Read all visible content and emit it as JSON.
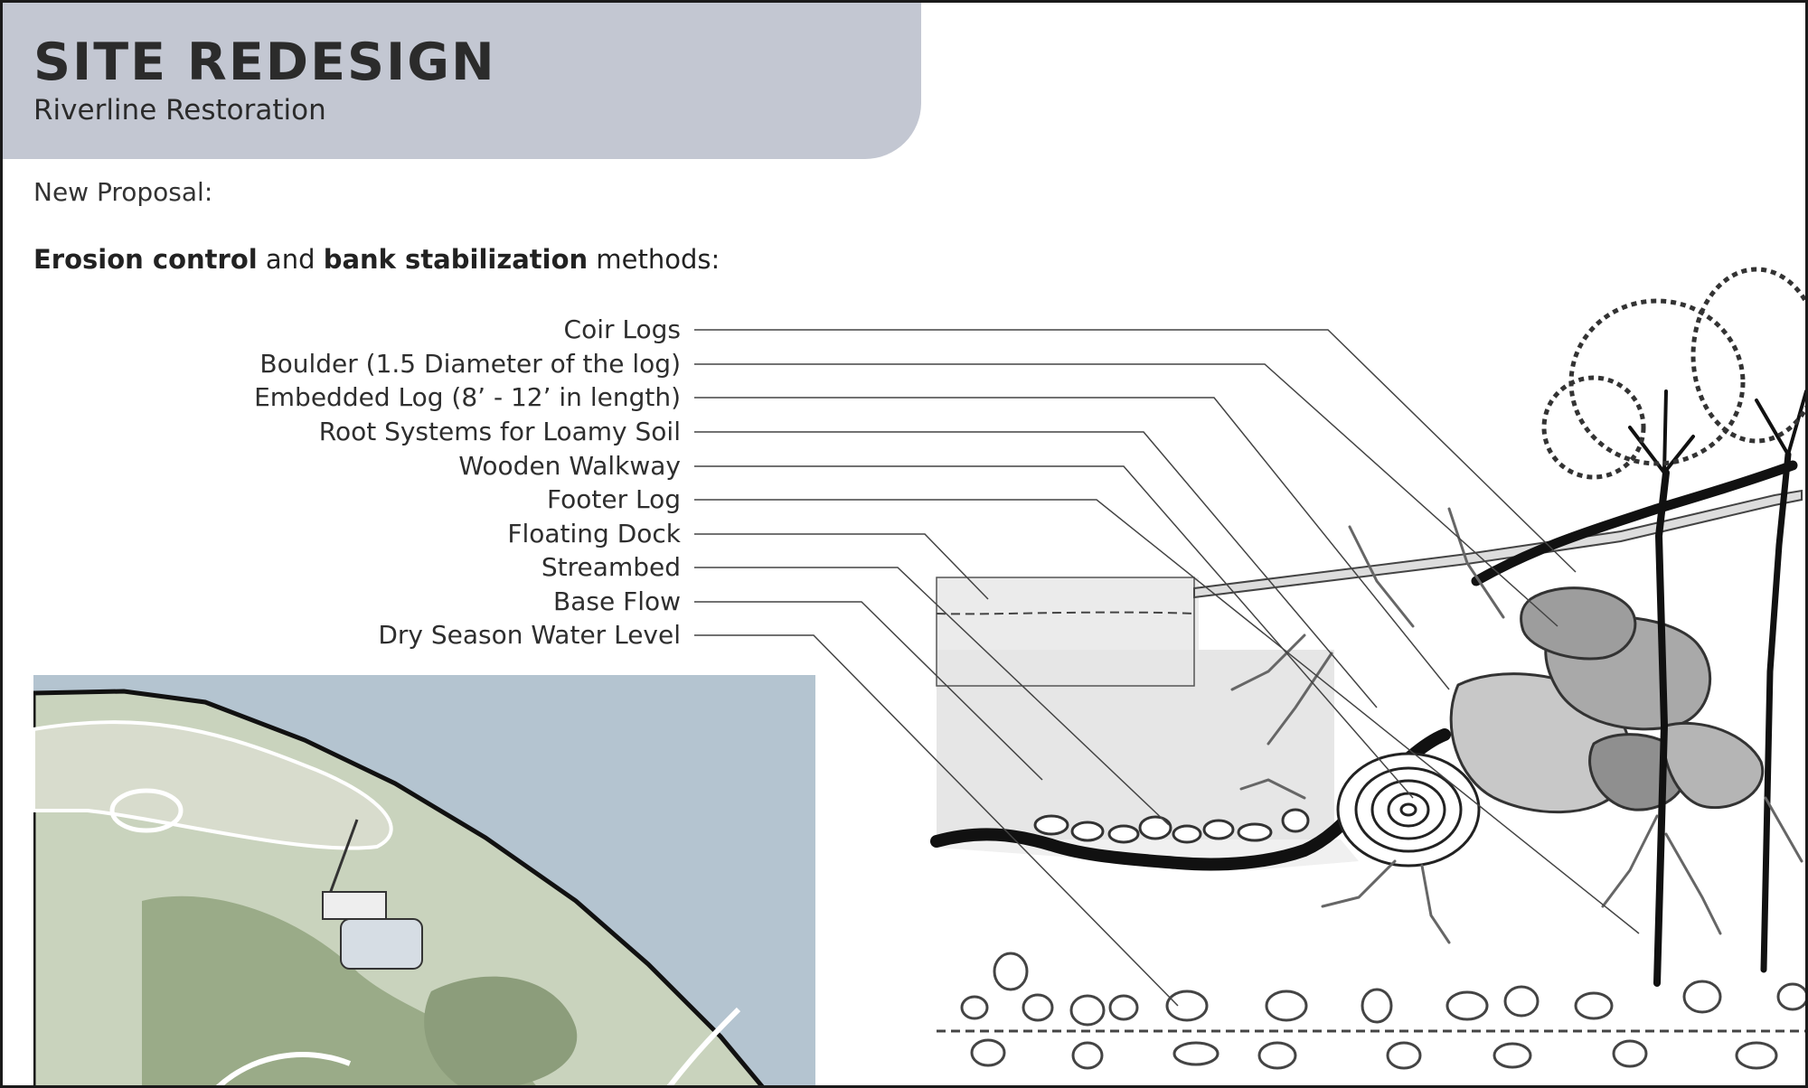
{
  "header": {
    "title": "SITE REDESIGN",
    "subtitle": "Riverline Restoration",
    "background_color": "#c3c7d2"
  },
  "intro": {
    "proposal": "New Proposal:",
    "methods": {
      "bold_1": "Erosion control",
      "and": " and ",
      "bold_2": "bank stabilization",
      "suffix": " methods:"
    }
  },
  "legend_labels": [
    "Coir Logs",
    "Boulder (1.5 Diameter of the log)",
    "Embedded Log (8’ - 12’ in length)",
    "Root Systems for Loamy Soil",
    "Wooden Walkway",
    "Footer Log",
    "Floating Dock",
    "Streambed",
    "Base Flow",
    "Dry Season Water Level"
  ],
  "site_map": {
    "water_color": "#b4c4d0",
    "land_color": "#c9d3bd",
    "forest_color": "#9aab88"
  }
}
